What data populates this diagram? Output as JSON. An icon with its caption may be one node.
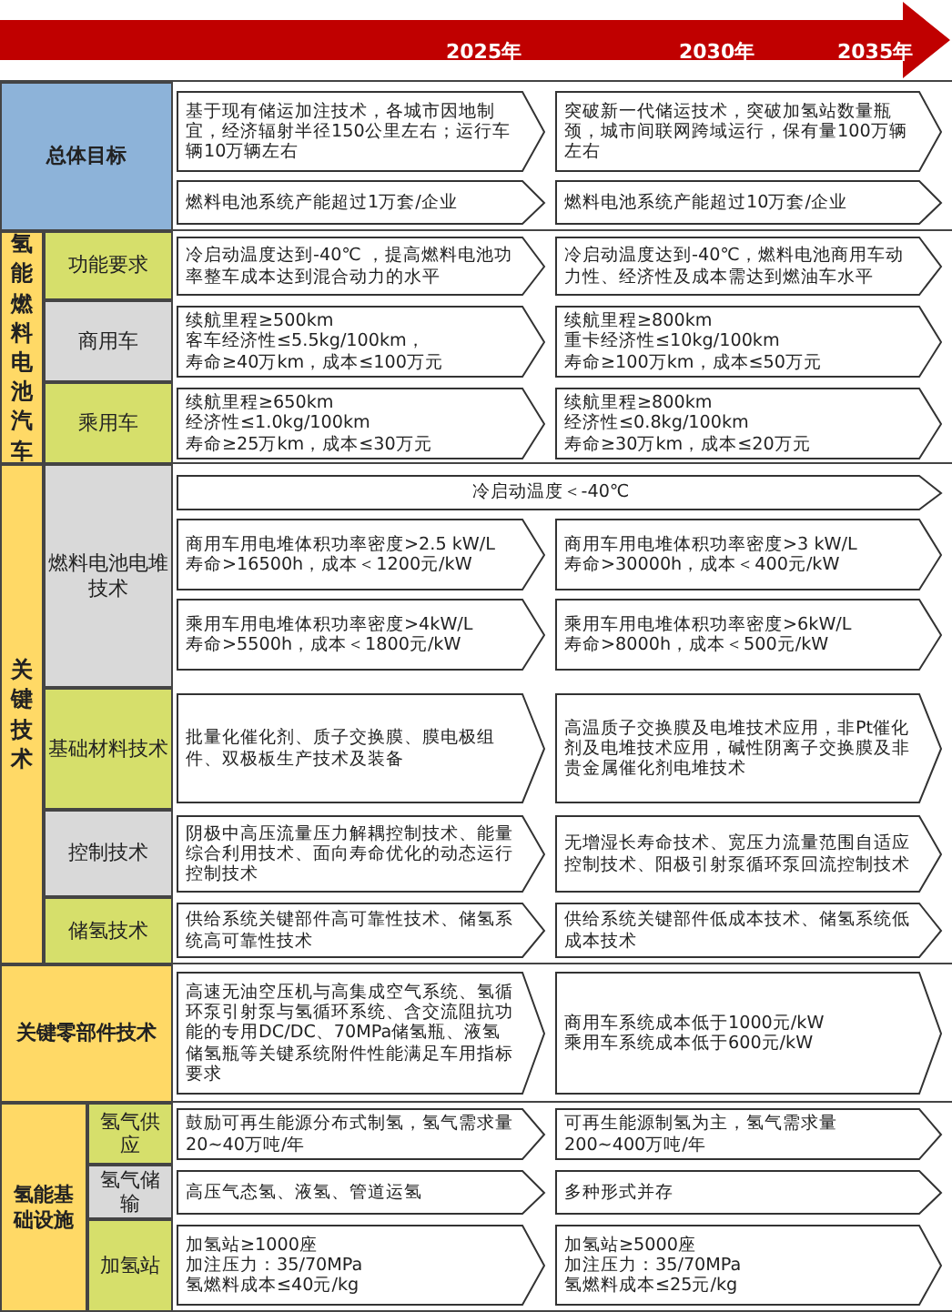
{
  "diagram": {
    "nodes": [
      {
        "text": [
          "总体目标"
        ]
      },
      {
        "text": [
          "基于现有储运加注技术，各城市因地制宜，经济辐射半径150公里左右；运行车辆10万辆左右"
        ]
      },
      {
        "text": [
          "突破新一代储运技术，突破加氢站数量瓶颈，城市间联网跨域运行，保有量100万辆左右"
        ]
      },
      {
        "text": [
          "燃料电池系统产能超过1万套/企业"
        ]
      },
      {
        "text": [
          "燃料电池系统产能超过10万套/企业"
        ]
      },
      {
        "text": [
          "氢能燃料电池汽车"
        ]
      },
      {
        "text": [
          "功能要求"
        ]
      },
      {
        "text": [
          "冷启动温度达到-40℃ ，提高燃料电池功率整车成本达到混合动力的水平"
        ]
      },
      {
        "text": [
          "冷启动温度达到-40℃，燃料电池商用车动力性、经济性及成本需达到燃油车水平"
        ]
      },
      {
        "text": [
          "商用车"
        ]
      },
      {
        "text": [
          "续航里程≥500km",
          "客车经济性≤5.5kg/100km，",
          "寿命≥40万km，成本≤100万元"
        ]
      },
      {
        "text": [
          "续航里程≥800km",
          "重卡经济性≤10kg/100km",
          "寿命≥100万km，成本≤50万元"
        ]
      },
      {
        "text": [
          "乘用车"
        ]
      },
      {
        "text": [
          "续航里程≥650km",
          "经济性≤1.0kg/100km",
          "寿命≥25万km，成本≤30万元"
        ]
      },
      {
        "text": [
          "续航里程≥800km",
          "经济性≤0.8kg/100km",
          "寿命≥30万km，成本≤20万元"
        ]
      },
      {
        "text": [
          "关键技术"
        ]
      },
      {
        "text": [
          "燃料电池电堆技术"
        ]
      },
      {
        "text": [
          "冷启动温度＜-40℃"
        ]
      },
      {
        "text": [
          "商用车用电堆体积功率密度>2.5 kW/L",
          "寿命>16500h，成本＜1200元/kW"
        ]
      },
      {
        "text": [
          "商用车用电堆体积功率密度>3 kW/L",
          "寿命>30000h，成本＜400元/kW"
        ]
      },
      {
        "text": [
          "乘用车用电堆体积功率密度>4kW/L",
          "寿命>5500h，成本＜1800元/kW"
        ]
      },
      {
        "text": [
          "乘用车用电堆体积功率密度>6kW/L",
          "寿命>8000h，成本＜500元/kW"
        ]
      },
      {
        "text": [
          "基础材料技术"
        ]
      },
      {
        "text": [
          "批量化催化剂、质子交换膜、膜电极组件、双极板生产技术及装备"
        ]
      },
      {
        "text": [
          "高温质子交换膜及电堆技术应用，非Pt催化剂及电堆技术应用，碱性阴离子交换膜及非贵金属催化剂电堆技术"
        ]
      },
      {
        "text": [
          "控制技术"
        ]
      },
      {
        "text": [
          "阴极中高压流量压力解耦控制技术、能量综合利用技术、面向寿命优化的动态运行控制技术"
        ]
      },
      {
        "text": [
          "无增湿长寿命技术、宽压力流量范围自适应控制技术、阳极引射泵循环泵回流控制技术"
        ]
      },
      {
        "text": [
          "储氢技术"
        ]
      },
      {
        "text": [
          "供给系统关键部件高可靠性技术、储氢系统高可靠性技术"
        ]
      },
      {
        "text": [
          "供给系统关键部件低成本技术、储氢系统低成本技术"
        ]
      },
      {
        "text": [
          "关键零部件技术"
        ]
      },
      {
        "text": [
          "高速无油空压机与高集成空气系统、氢循环泵引射泵与氢循环系统、含交流阻抗功能的专用DC/DC、70MPa储氢瓶、液氢储氢瓶等关键系统附件性能满足车用指标要求"
        ]
      },
      {
        "text": [
          "商用车系统成本低于1000元/kW",
          "乘用车系统成本低于600元/kW"
        ]
      },
      {
        "text": [
          "氢能基础设施"
        ]
      },
      {
        "text": [
          "氢气供应"
        ]
      },
      {
        "text": [
          "鼓励可再生能源分布式制氢，氢气需求量20~40万吨/年"
        ]
      },
      {
        "text": [
          "可再生能源制氢为主，氢气需求量200~400万吨/年"
        ]
      },
      {
        "text": [
          "氢气储输"
        ]
      },
      {
        "text": [
          "高压气态氢、液氢、管道运氢"
        ]
      },
      {
        "text": [
          "多种形式并存"
        ]
      },
      {
        "text": [
          "加氢站"
        ]
      },
      {
        "text": [
          "加氢站≥1000座",
          "加注压力：35/70MPa",
          "氢燃料成本≤40元/kg"
        ]
      },
      {
        "text": [
          "加氢站≥5000座",
          "加注压力：35/70MPa",
          "氢燃料成本≤25元/kg"
        ]
      }
    ],
    "labels": [
      "2025年",
      "2030年",
      "2035年"
    ]
  }
}
